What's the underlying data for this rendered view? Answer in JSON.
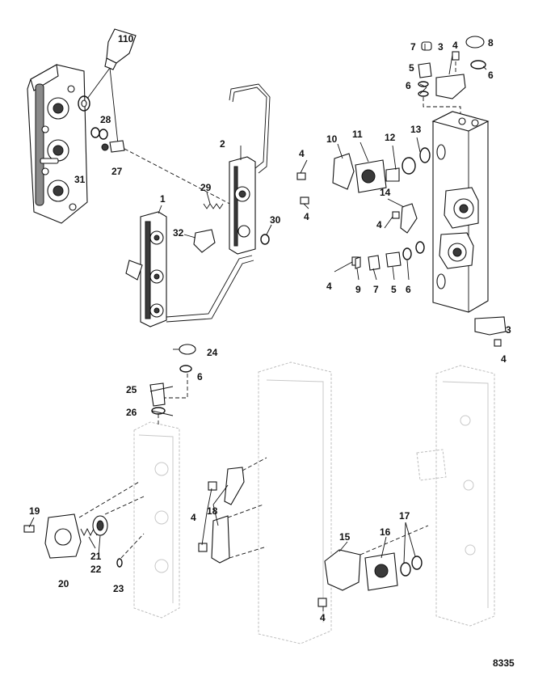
{
  "figure_number": "8335",
  "tube_label": "110",
  "callouts": [
    {
      "id": "c7a",
      "text": "7"
    },
    {
      "id": "c4a",
      "text": "4"
    },
    {
      "id": "c8",
      "text": "8"
    },
    {
      "id": "c3a",
      "text": "3"
    },
    {
      "id": "c5a",
      "text": "5"
    },
    {
      "id": "c6a",
      "text": "6"
    },
    {
      "id": "c6b",
      "text": "6"
    },
    {
      "id": "c10",
      "text": "10"
    },
    {
      "id": "c11",
      "text": "11"
    },
    {
      "id": "c12",
      "text": "12"
    },
    {
      "id": "c13",
      "text": "13"
    },
    {
      "id": "c4b",
      "text": "4"
    },
    {
      "id": "c4c",
      "text": "4"
    },
    {
      "id": "c14",
      "text": "14"
    },
    {
      "id": "c4d",
      "text": "4"
    },
    {
      "id": "c4e",
      "text": "4"
    },
    {
      "id": "c9",
      "text": "9"
    },
    {
      "id": "c7b",
      "text": "7"
    },
    {
      "id": "c5b",
      "text": "5"
    },
    {
      "id": "c6c",
      "text": "6"
    },
    {
      "id": "c3b",
      "text": "3"
    },
    {
      "id": "c4f",
      "text": "4"
    },
    {
      "id": "c2",
      "text": "2"
    },
    {
      "id": "c29",
      "text": "29"
    },
    {
      "id": "c30",
      "text": "30"
    },
    {
      "id": "c1",
      "text": "1"
    },
    {
      "id": "c32",
      "text": "32"
    },
    {
      "id": "c28",
      "text": "28"
    },
    {
      "id": "c31",
      "text": "31"
    },
    {
      "id": "c27",
      "text": "27"
    },
    {
      "id": "c24",
      "text": "24"
    },
    {
      "id": "c6d",
      "text": "6"
    },
    {
      "id": "c25",
      "text": "25"
    },
    {
      "id": "c26",
      "text": "26"
    },
    {
      "id": "c19",
      "text": "19"
    },
    {
      "id": "c21",
      "text": "21"
    },
    {
      "id": "c22",
      "text": "22"
    },
    {
      "id": "c20",
      "text": "20"
    },
    {
      "id": "c23",
      "text": "23"
    },
    {
      "id": "c4g",
      "text": "4"
    },
    {
      "id": "c18",
      "text": "18"
    },
    {
      "id": "c15",
      "text": "15"
    },
    {
      "id": "c16",
      "text": "16"
    },
    {
      "id": "c17",
      "text": "17"
    },
    {
      "id": "c4h",
      "text": "4"
    }
  ]
}
